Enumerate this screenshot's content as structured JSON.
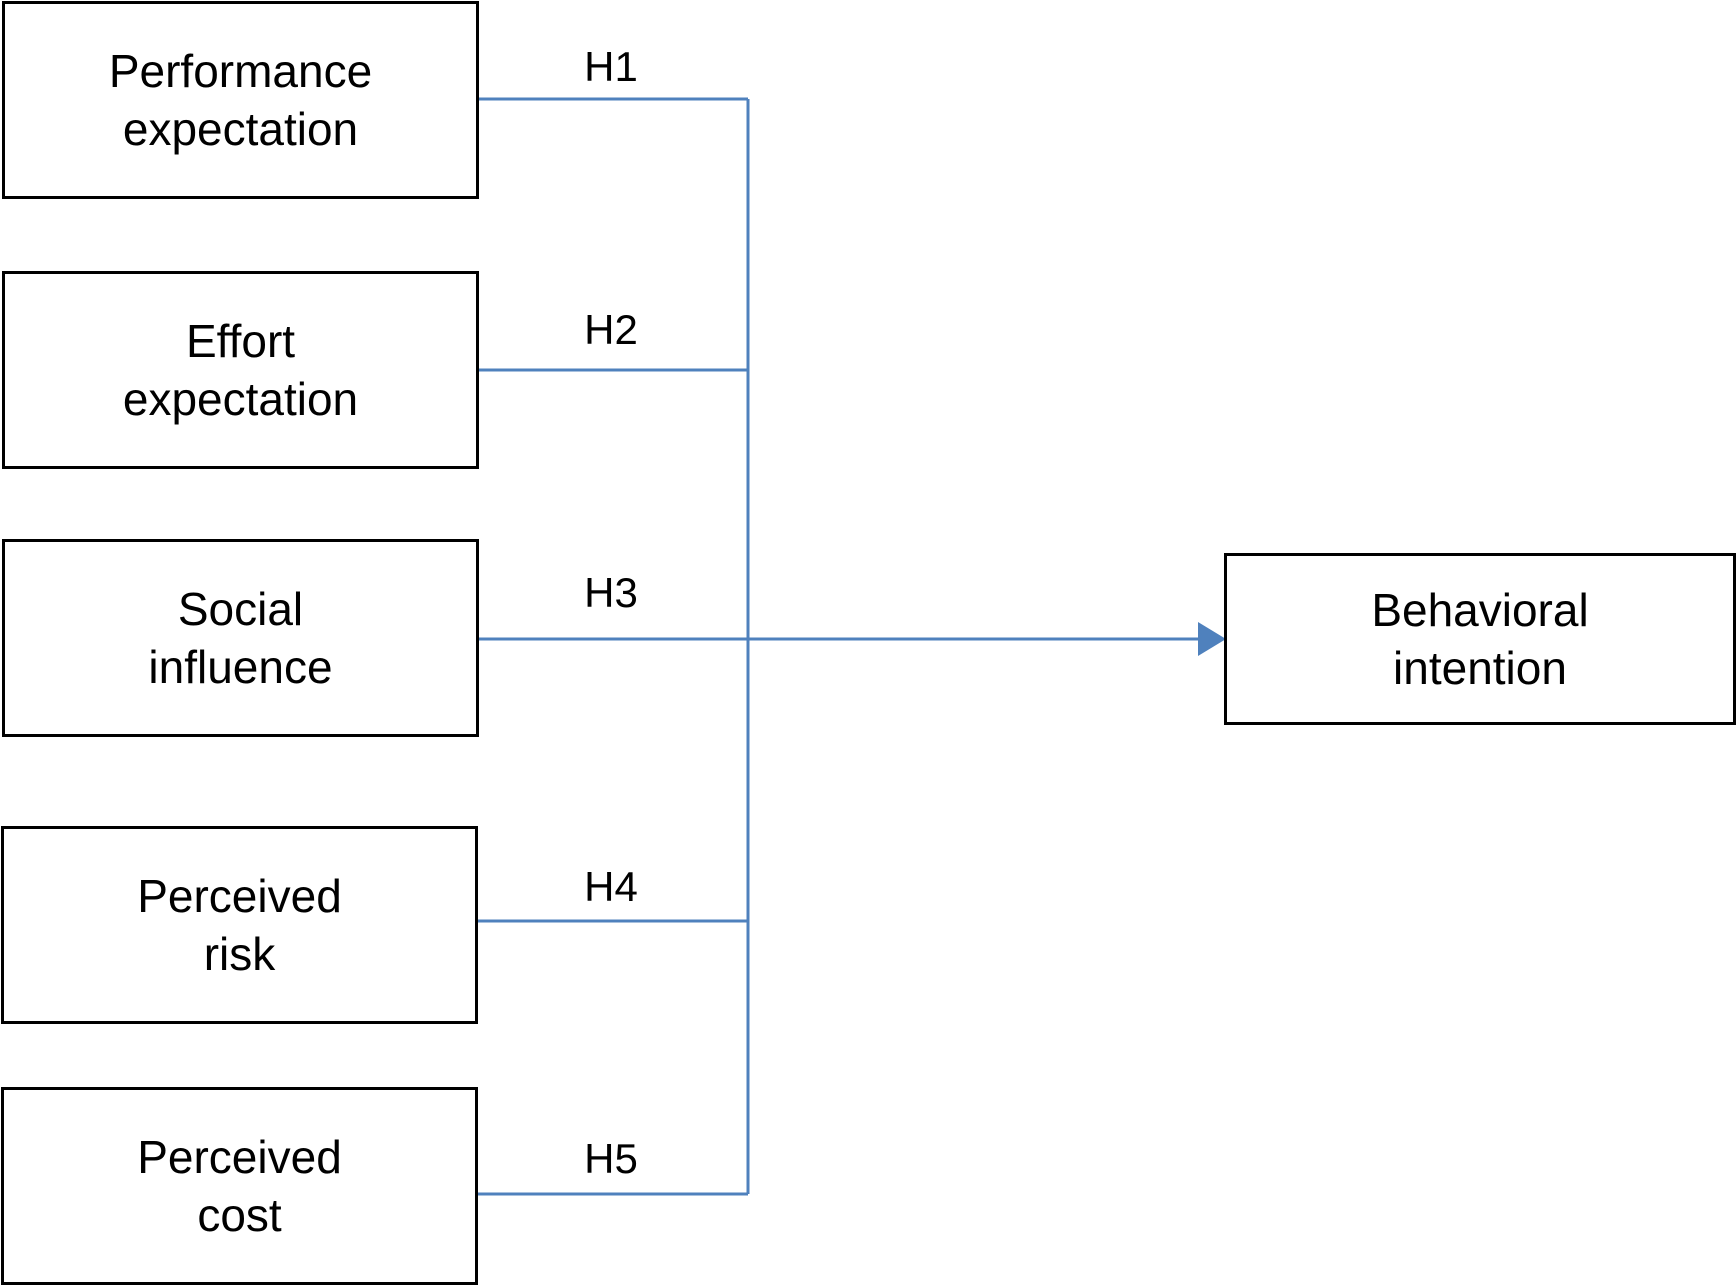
{
  "colors": {
    "connector": "#4f81bd",
    "box_border": "#000000",
    "text": "#000000"
  },
  "predictors": [
    {
      "id": "performance",
      "label": "Performance\nexpectation",
      "hypothesis": "H1"
    },
    {
      "id": "effort",
      "label": "Effort\nexpectation",
      "hypothesis": "H2"
    },
    {
      "id": "social",
      "label": "Social\ninfluence",
      "hypothesis": "H3"
    },
    {
      "id": "risk",
      "label": "Perceived\nrisk",
      "hypothesis": "H4"
    },
    {
      "id": "cost",
      "label": "Perceived\ncost",
      "hypothesis": "H5"
    }
  ],
  "outcome": {
    "label": "Behavioral\nintention"
  }
}
